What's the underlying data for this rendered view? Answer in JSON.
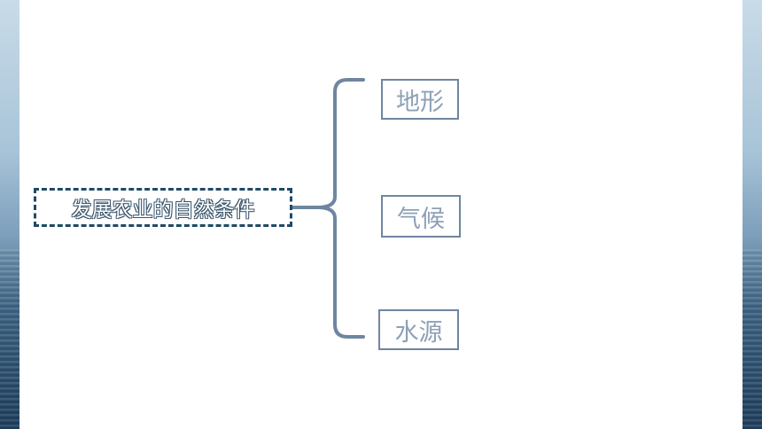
{
  "diagram": {
    "root": "发展农业的自然条件",
    "branches": [
      "地形",
      "气候",
      "水源"
    ]
  },
  "colors": {
    "brace": "#6f86a0",
    "root_border": "#1f4a66",
    "leaf_text": "#8da0b5",
    "leaf_border": "#6f86a0"
  }
}
